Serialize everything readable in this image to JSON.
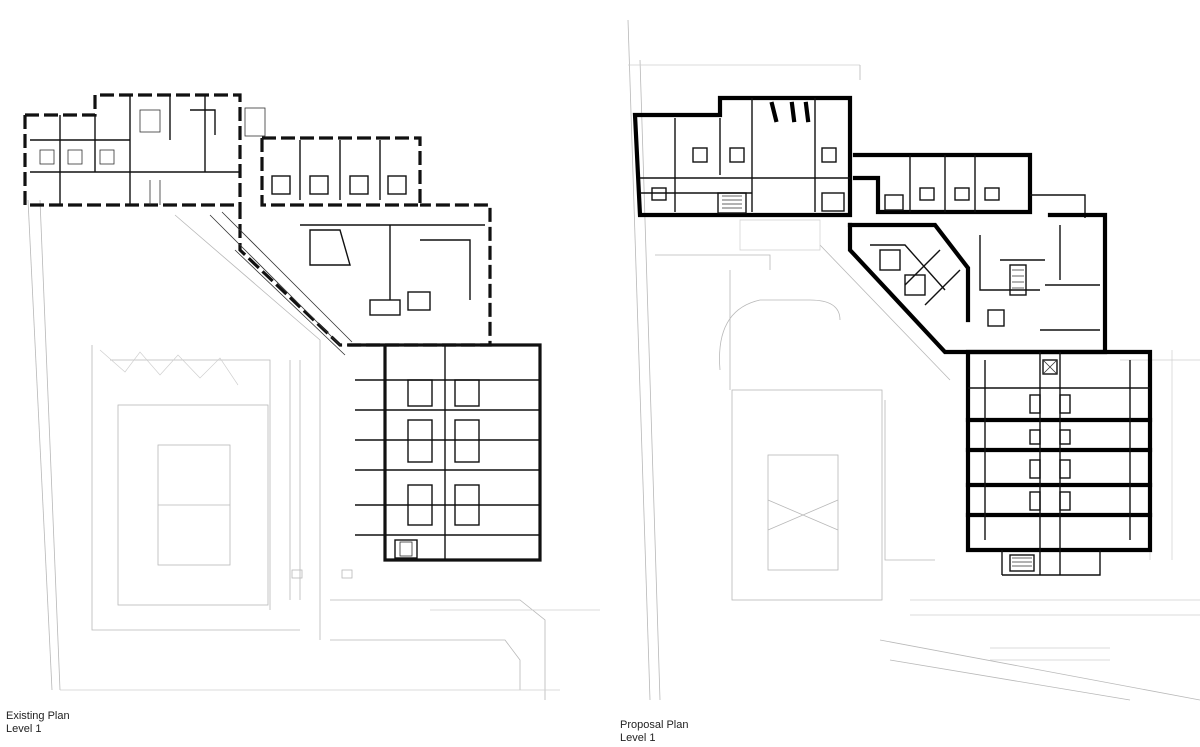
{
  "captions": {
    "existing": {
      "title": "Existing Plan",
      "level": "Level 1"
    },
    "proposal": {
      "title": "Proposal Plan",
      "level": "Level 1"
    }
  },
  "style": {
    "wall_color": "#111111",
    "context_color": "#b8b8b8",
    "background": "#ffffff"
  }
}
